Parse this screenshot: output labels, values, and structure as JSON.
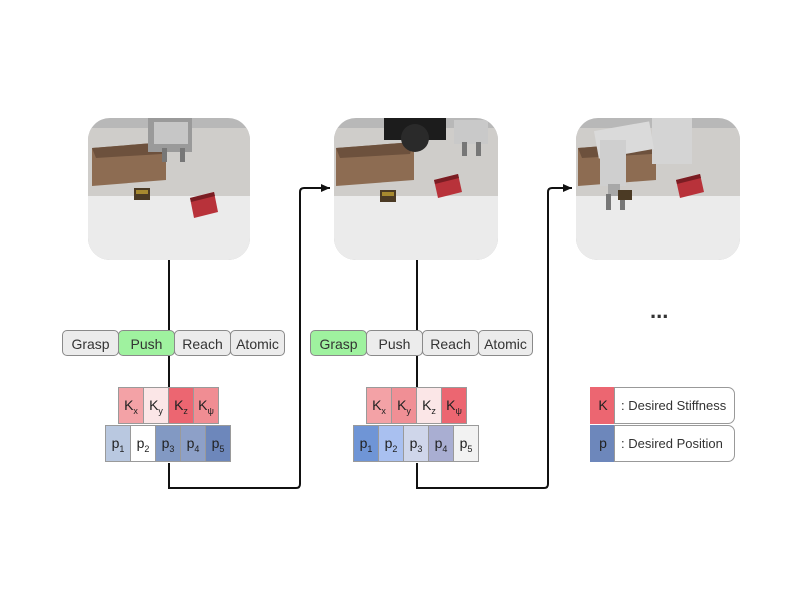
{
  "primitives": [
    {
      "label": "Grasp"
    },
    {
      "label": "Push"
    },
    {
      "label": "Reach"
    },
    {
      "label": "Atomic"
    }
  ],
  "steps": [
    {
      "selected_primitive": "Push",
      "stiffness": [
        {
          "base": "K",
          "sub": "x",
          "color": "#f3a2a6"
        },
        {
          "base": "K",
          "sub": "y",
          "color": "#fbe6e7"
        },
        {
          "base": "K",
          "sub": "z",
          "color": "#ec6671"
        },
        {
          "base": "K",
          "sub": "ψ",
          "color": "#f08d93"
        }
      ],
      "position": [
        {
          "base": "p",
          "sub": "1",
          "color": "#b9c8e0"
        },
        {
          "base": "p",
          "sub": "2",
          "color": "#ffffff"
        },
        {
          "base": "p",
          "sub": "3",
          "color": "#8299c3"
        },
        {
          "base": "p",
          "sub": "4",
          "color": "#8da0c8"
        },
        {
          "base": "p",
          "sub": "5",
          "color": "#6d87bb"
        }
      ]
    },
    {
      "selected_primitive": "Grasp",
      "stiffness": [
        {
          "base": "K",
          "sub": "x",
          "color": "#f3a2a6"
        },
        {
          "base": "K",
          "sub": "y",
          "color": "#f08f95"
        },
        {
          "base": "K",
          "sub": "z",
          "color": "#fbe6e7"
        },
        {
          "base": "K",
          "sub": "ψ",
          "color": "#ec6671"
        }
      ],
      "position": [
        {
          "base": "p",
          "sub": "1",
          "color": "#6f95d6"
        },
        {
          "base": "p",
          "sub": "2",
          "color": "#a9c0f0"
        },
        {
          "base": "p",
          "sub": "3",
          "color": "#cfd6ea"
        },
        {
          "base": "p",
          "sub": "4",
          "color": "#a9aed2"
        },
        {
          "base": "p",
          "sub": "5",
          "color": "#f2f2f2"
        }
      ]
    }
  ],
  "ellipsis": "...",
  "legend": [
    {
      "symbol": "K",
      "text": ": Desired Stiffness",
      "color": "#ec6671"
    },
    {
      "symbol": "p",
      "text": ": Desired Position",
      "color": "#6d87bb"
    }
  ]
}
